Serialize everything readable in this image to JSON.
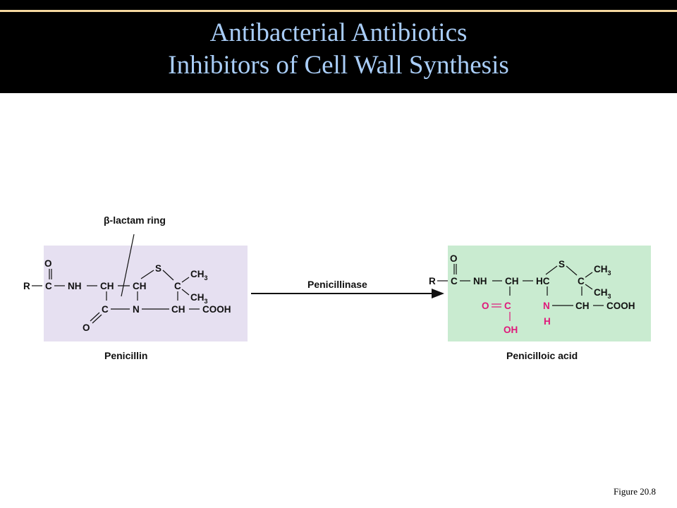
{
  "slide": {
    "title_line1": "Antibacterial Antibiotics",
    "title_line2": "Inhibitors of Cell Wall Synthesis",
    "figure_ref": "Figure 20.8"
  },
  "colors": {
    "title_bar": "#000000",
    "title_text": "#a9cdf7",
    "title_rule": "#f6d8a0",
    "penicillin_box": "#e6e0f1",
    "penicilloic_box": "#c9ebd0",
    "highlight": "#e0177a"
  },
  "diagram": {
    "beta_lactam_label": "β-lactam ring",
    "enzyme_label": "Penicillinase",
    "left_caption": "Penicillin",
    "right_caption": "Penicilloic acid",
    "atoms": {
      "R": "R",
      "C": "C",
      "O": "O",
      "NH": "NH",
      "N": "N",
      "H": "H",
      "CH": "CH",
      "HC": "HC",
      "S": "S",
      "CH3": "CH",
      "sub3": "3",
      "COOH": "COOH",
      "OH": "OH"
    }
  }
}
